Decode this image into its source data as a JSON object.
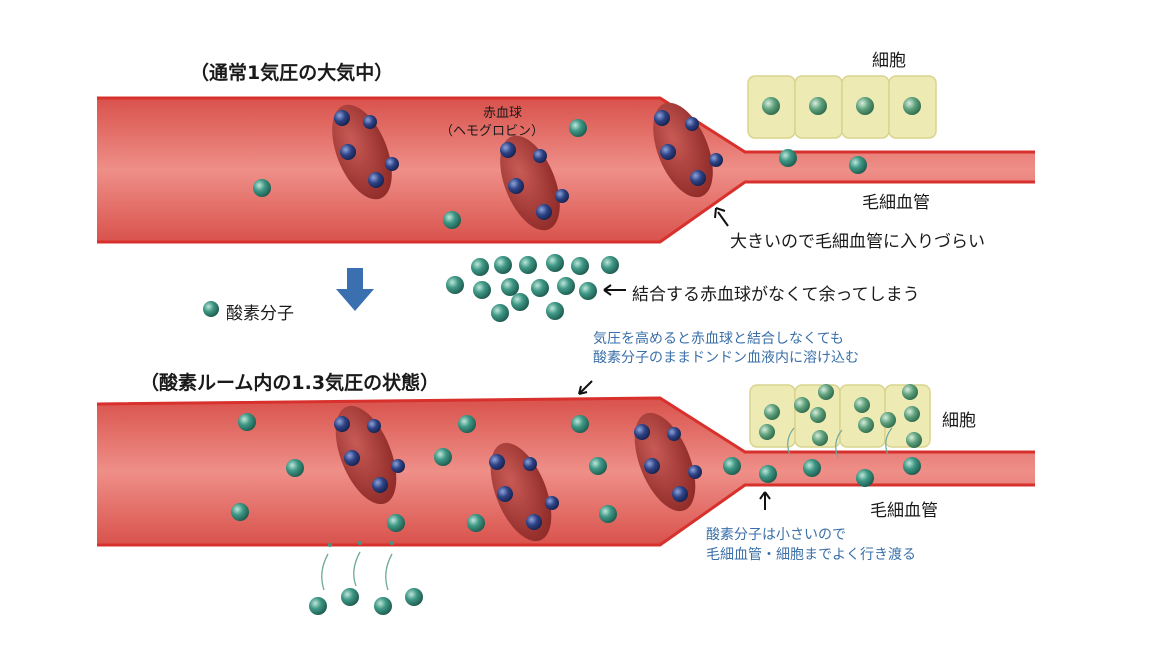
{
  "top": {
    "title": "（通常1気圧の大気中）",
    "rbc_label_line1": "赤血球",
    "rbc_label_line2": "（ヘモグロビン）",
    "cells_label": "細胞",
    "capillary_label": "毛細血管",
    "note_large": "大きいので毛細血管に入りづらい"
  },
  "middle": {
    "legend_label": "酸素分子",
    "note_leftover": "結合する赤血球がなくて余ってしまう",
    "note_dissolve_line1": "気圧を高めると赤血球と結合しなくても",
    "note_dissolve_line2": "酸素分子のままドンドン血液内に溶け込む"
  },
  "bottom": {
    "title": "（酸素ルーム内の1.3気圧の状態）",
    "cells_label": "細胞",
    "capillary_label": "毛細血管",
    "note_small_line1": "酸素分子は小さいので",
    "note_small_line2": "毛細血管・細胞までよく行き渡る"
  },
  "colors": {
    "vessel": "#e8706c",
    "vessel_edge": "#d8302c",
    "rbc": "#a33a36",
    "hemoglobin": "#2b3f7a",
    "oxygen": "#2f8070",
    "cell": "#eeeab4",
    "arrow_down": "#3a6fb0",
    "note_blue": "#3a6fa8"
  }
}
